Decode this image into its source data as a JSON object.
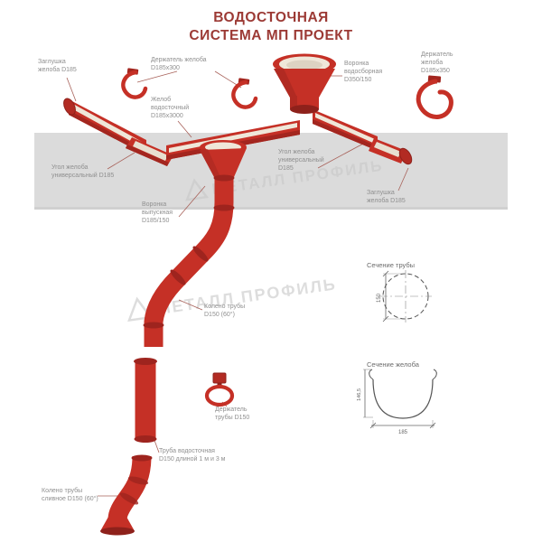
{
  "title": {
    "text": "ВОДОСТОЧНАЯ\nСИСТЕМА МП ПРОЕКТ"
  },
  "watermark": {
    "text": "МЕТАЛЛ ПРОФИЛЬ"
  },
  "labels": {
    "gutter_cap_left": "Заглушка\nжелоба D185",
    "gutter_holder_300": "Держатель желоба\nD185х300",
    "gutter": "Желоб\nводосточный\nD185х3000",
    "collecting_funnel": "Воронка\nводосборная\nD350/150",
    "gutter_holder_350": "Держатель\nжелоба\nD185х350",
    "gutter_corner_left": "Угол желоба\nуниверсальный D185",
    "gutter_corner_right": "Угол желоба\nуниверсальный\nD185",
    "gutter_cap_right": "Заглушка\nжелоба D185",
    "outlet_funnel": "Воронка\nвыпускная\nD185/150",
    "pipe_elbow": "Колено трубы\nD150 (60°)",
    "pipe_holder": "Держатель\nтрубы D150",
    "downpipe": "Труба водосточная\nD150 длиной 1 м и 3 м",
    "drain_elbow": "Колено трубы\nсливное D150 (60°)"
  },
  "sections": {
    "pipe_heading": "Сечение трубы",
    "pipe_diameter": "150",
    "gutter_heading": "Сечение желоба",
    "gutter_width": "185",
    "gutter_height": "146,5"
  },
  "colors": {
    "red": "#C53026",
    "red_dark": "#8E211B",
    "title": "#9C3A35",
    "label_grey": "#8F8F8F",
    "band_grey": "#DBDBDB",
    "watermark_grey": "#C8C8C8",
    "cream": "#EFE7D9"
  }
}
